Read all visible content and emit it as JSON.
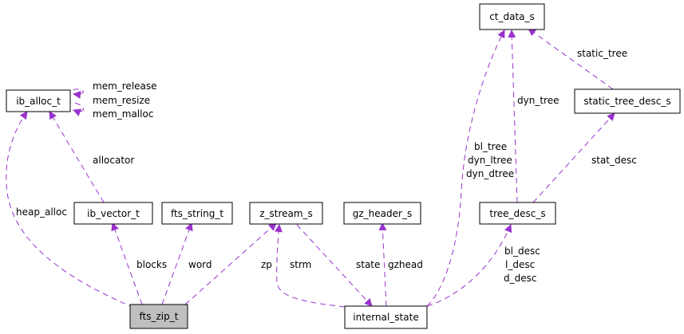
{
  "diagram": {
    "edge_color": "#9a32cd",
    "focus_fill": "#bfbfbf",
    "nodes": {
      "ct_data_s": "ct_data_s",
      "ib_alloc_t": "ib_alloc_t",
      "static_tree_desc_s": "static_tree_desc_s",
      "ib_vector_t": "ib_vector_t",
      "fts_string_t": "fts_string_t",
      "z_stream_s": "z_stream_s",
      "gz_header_s": "gz_header_s",
      "tree_desc_s": "tree_desc_s",
      "fts_zip_t": "fts_zip_t",
      "internal_state": "internal_state"
    },
    "edge_labels": {
      "mem_release": "mem_release",
      "mem_resize": "mem_resize",
      "mem_malloc": "mem_malloc",
      "allocator": "allocator",
      "heap_alloc": "heap_alloc",
      "blocks": "blocks",
      "word": "word",
      "zp": "zp",
      "strm": "strm",
      "state": "state",
      "gzhead": "gzhead",
      "bl_tree": "bl_tree",
      "dyn_ltree": "dyn_ltree",
      "dyn_dtree": "dyn_dtree",
      "dyn_tree": "dyn_tree",
      "static_tree": "static_tree",
      "stat_desc": "stat_desc",
      "bl_desc": "bl_desc",
      "l_desc": "l_desc",
      "d_desc": "d_desc"
    }
  }
}
